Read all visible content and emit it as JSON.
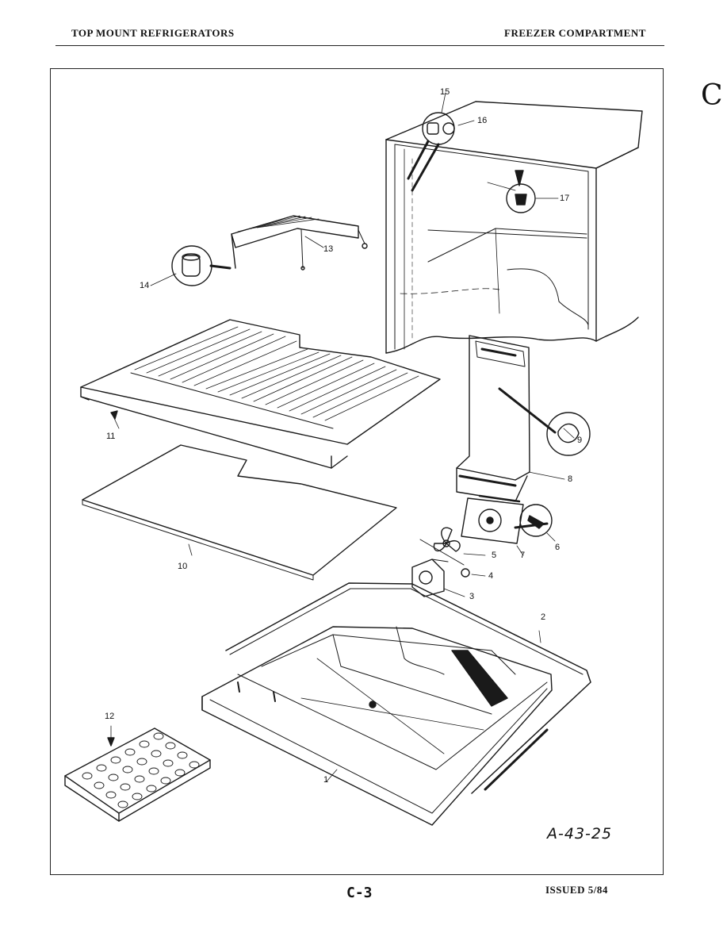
{
  "header": {
    "left": "TOP MOUNT REFRIGERATORS",
    "right": "FREEZER COMPARTMENT"
  },
  "callouts": [
    "1",
    "2",
    "3",
    "4",
    "5",
    "6",
    "7",
    "8",
    "9",
    "10",
    "11",
    "12",
    "13",
    "14",
    "15",
    "16",
    "17"
  ],
  "drawing_code": "A-43-25",
  "footer": {
    "page": "C-3",
    "issued": "ISSUED 5/84"
  },
  "margin_mark": "C"
}
